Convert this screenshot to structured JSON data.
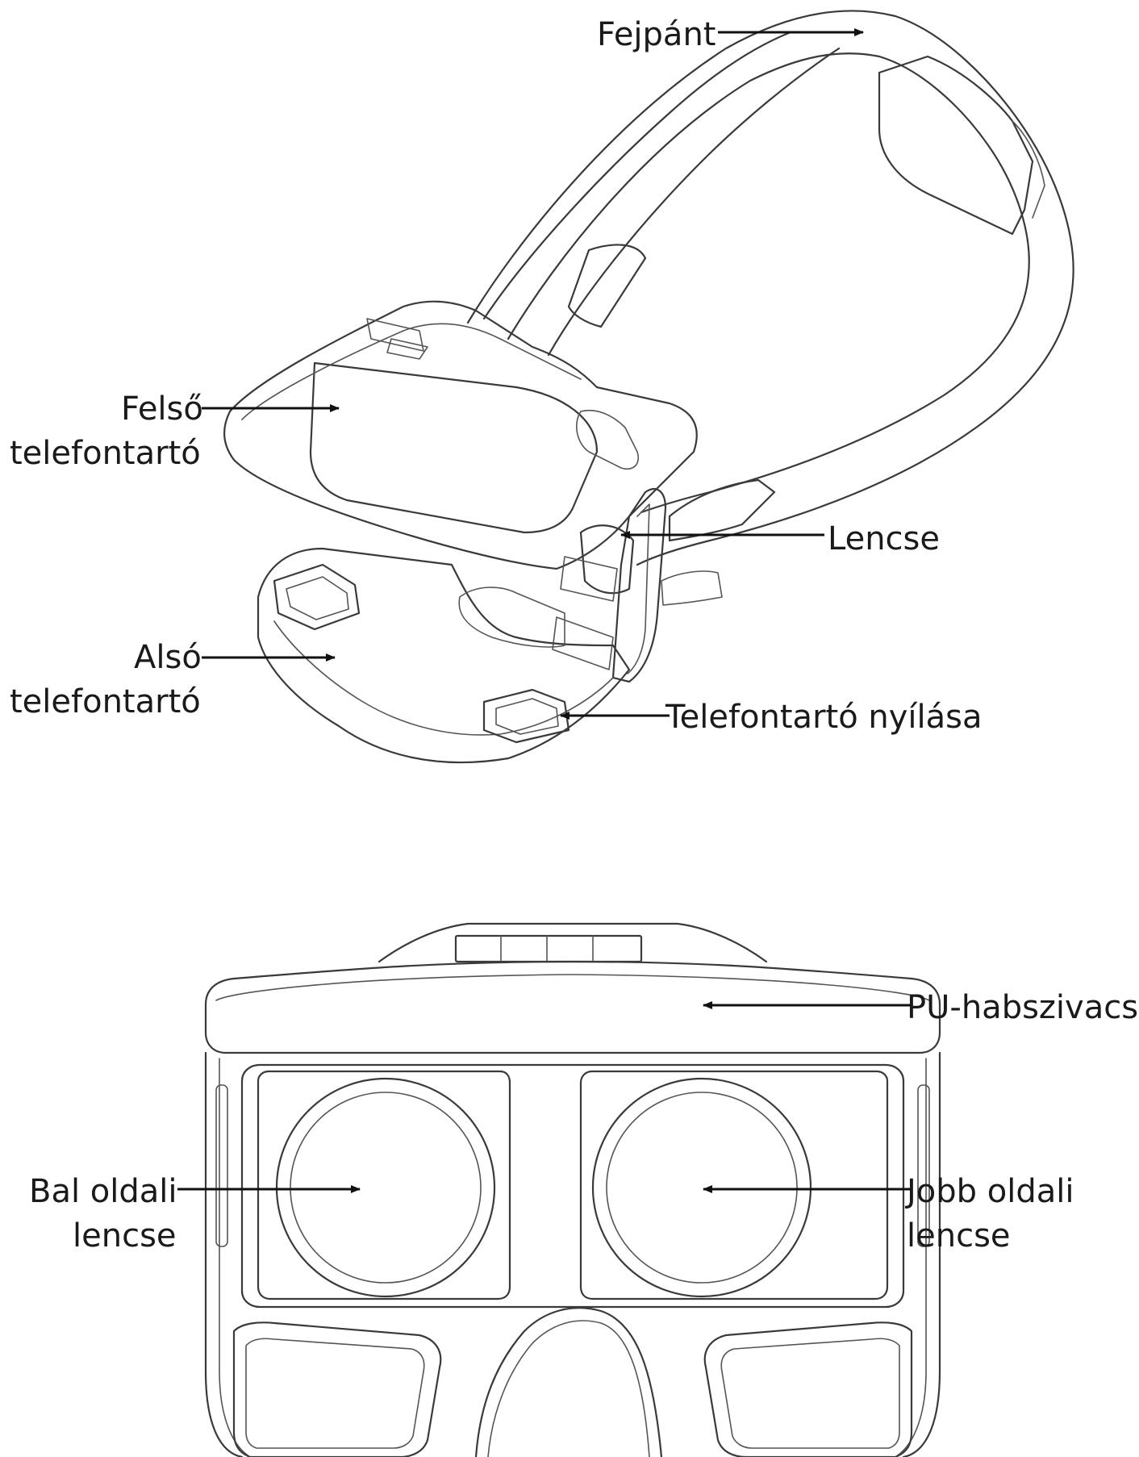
{
  "colors": {
    "line": "#3a3a3a",
    "arrow": "#111111",
    "text": "#1a1a1a",
    "background": "#ffffff"
  },
  "labels": {
    "headband": "Fejpánt",
    "upper_holder_line1": "Felső",
    "upper_holder_line2": "telefontartó",
    "lens": "Lencse",
    "lower_holder_line1": "Alsó",
    "lower_holder_line2": "telefontartó",
    "holder_opening": "Telefontartó nyílása",
    "pu_foam": "PU-habszivacs",
    "left_lens_line1": "Bal oldali",
    "left_lens_line2": "lencse",
    "right_lens_line1": "Jobb oldali",
    "right_lens_line2": "lencse"
  }
}
